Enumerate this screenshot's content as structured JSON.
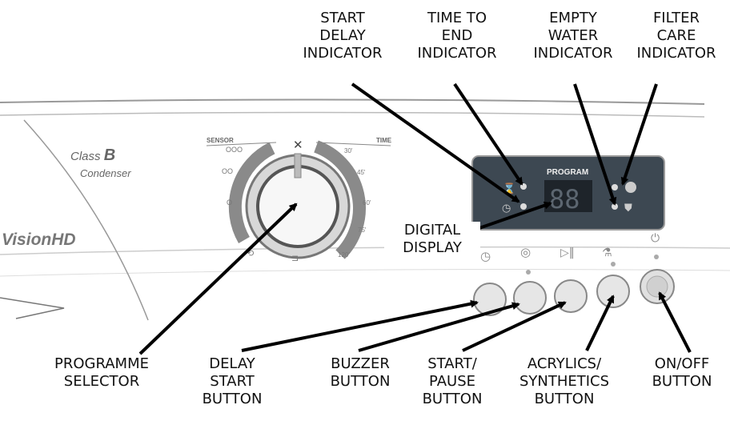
{
  "panel": {
    "brand_class_prefix": "Class",
    "brand_class_letter": "B",
    "brand_condenser": "Condenser",
    "brand_model": "VisionHD",
    "dial_sensor": "SENSOR",
    "dial_time": "TIME",
    "time_marks": [
      "30'",
      "45'",
      "60'",
      "75'",
      "120'"
    ],
    "sensor_marks": [
      "OOO",
      "OO",
      "O"
    ],
    "display_title": "PROGRAM",
    "display_digits": "88"
  },
  "labels": {
    "start_delay_indicator": [
      "START",
      "DELAY",
      "INDICATOR"
    ],
    "time_to_end_indicator": [
      "TIME TO",
      "END",
      "INDICATOR"
    ],
    "empty_water_indicator": [
      "EMPTY",
      "WATER",
      "INDICATOR"
    ],
    "filter_care_indicator": [
      "FILTER",
      "CARE",
      "INDICATOR"
    ],
    "digital_display": [
      "DIGITAL",
      "DISPLAY"
    ],
    "programme_selector": [
      "PROGRAMME",
      "SELECTOR"
    ],
    "delay_start_button": [
      "DELAY",
      "START",
      "BUTTON"
    ],
    "buzzer_button": [
      "BUZZER",
      "BUTTON"
    ],
    "start_pause_button": [
      "START/",
      "PAUSE",
      "BUTTON"
    ],
    "acrylics_synthetics_button": [
      "ACRYLICS/",
      "SYNTHETICS",
      "BUTTON"
    ],
    "on_off_button": [
      "ON/OFF",
      "BUTTON"
    ]
  }
}
